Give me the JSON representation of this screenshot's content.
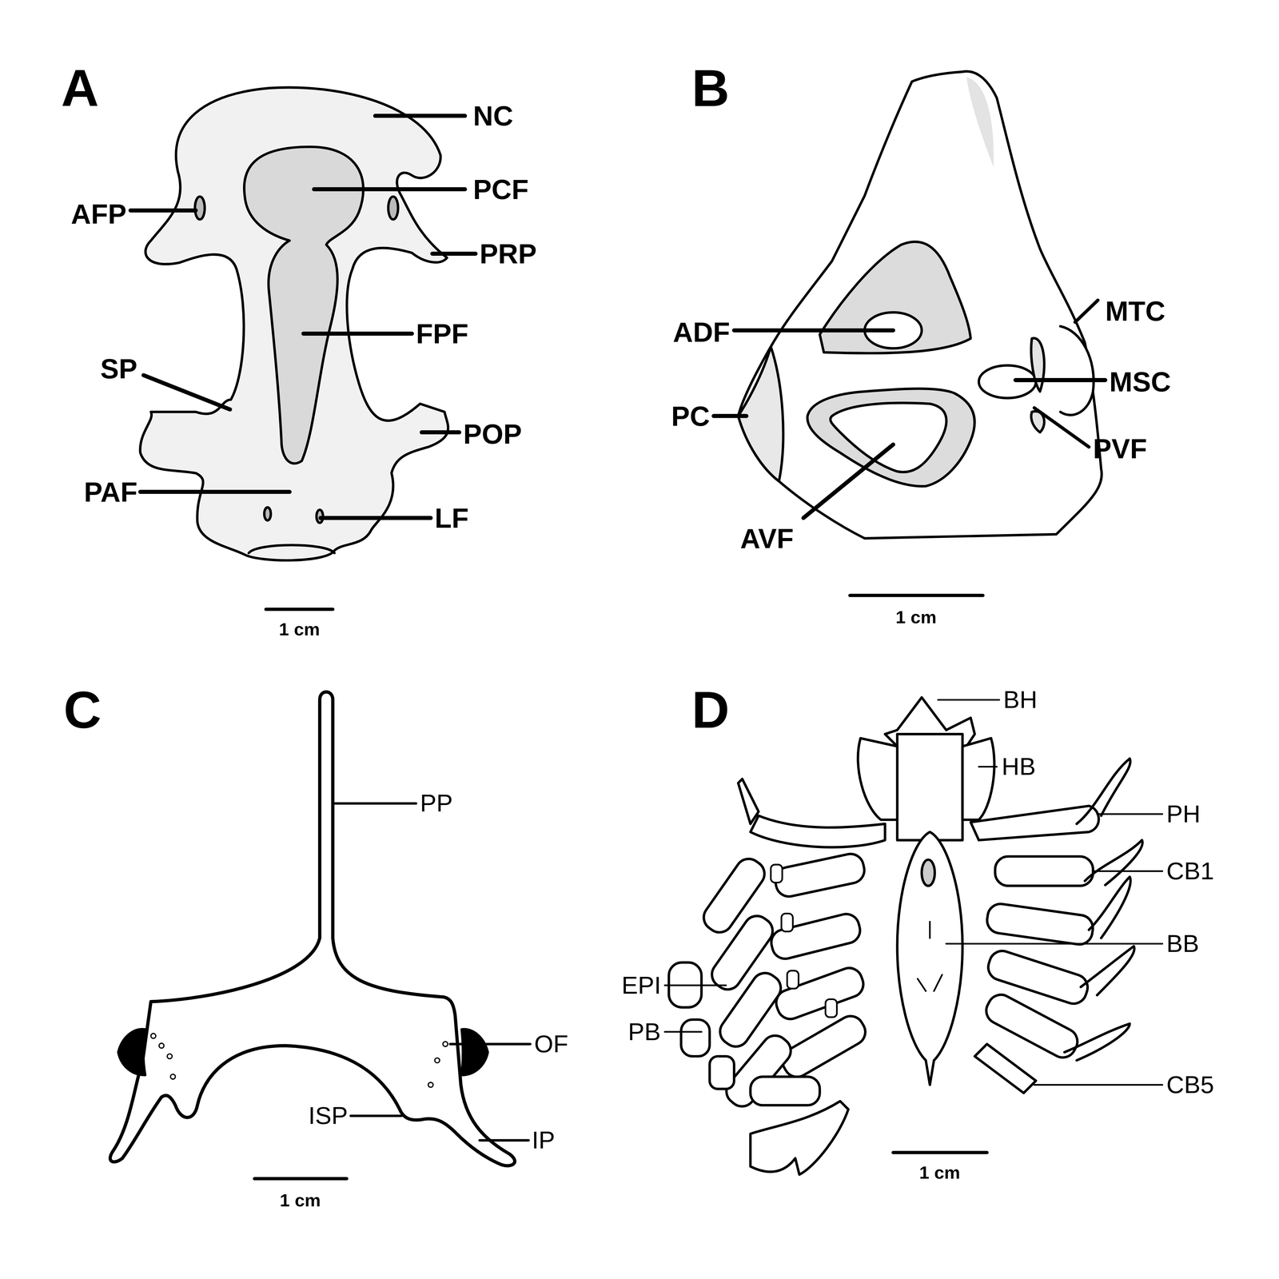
{
  "diagram": {
    "labels": [
      "A",
      "NC",
      "PCF",
      "AFP",
      "PRP",
      "FPF",
      "SP",
      "POP",
      "PAF",
      "LF",
      "1 cm",
      "B",
      "ADF",
      "MTC",
      "MSC",
      "PC",
      "PVF",
      "AVF",
      "1 cm",
      "C",
      "PP",
      "OF",
      "ISP",
      "IP",
      "1 cm",
      "D",
      "BH",
      "HB",
      "PH",
      "CB1",
      "BB",
      "EPI",
      "PB",
      "CB5",
      "1 cm"
    ]
  }
}
